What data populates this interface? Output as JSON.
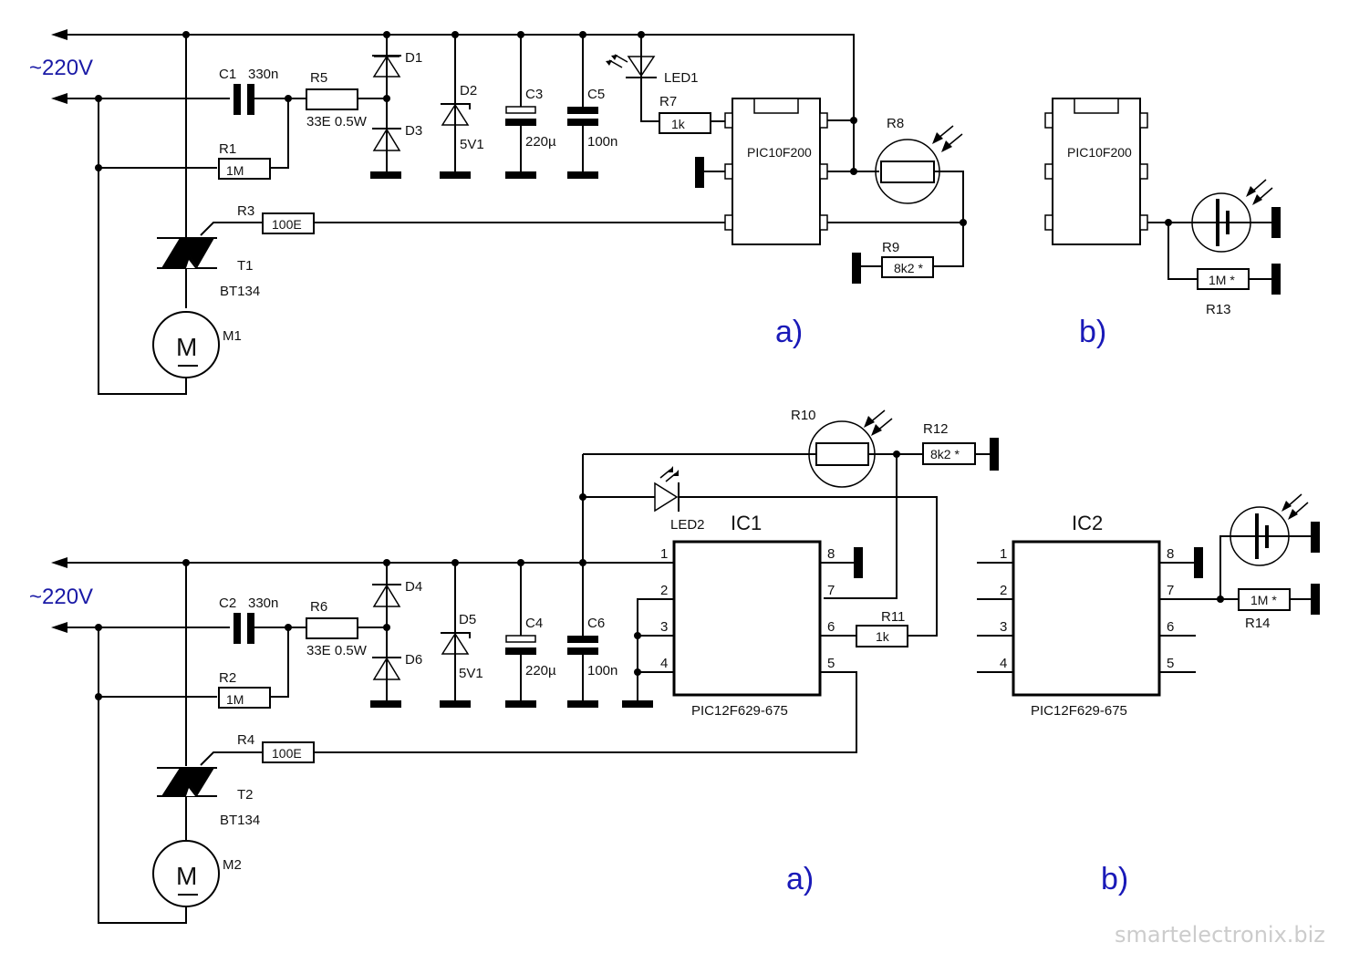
{
  "diagram": {
    "supply_label": "~220V",
    "watermark": "smartelectronix.biz",
    "top_circuit": {
      "section_a_label": "a)",
      "section_b_label": "b)",
      "C1": {
        "ref": "C1",
        "value": "330n"
      },
      "R5": {
        "ref": "R5",
        "value": "33E 0.5W"
      },
      "R1": {
        "ref": "R1",
        "value": "1M"
      },
      "R3": {
        "ref": "R3",
        "value": "100E"
      },
      "D1": {
        "ref": "D1"
      },
      "D3": {
        "ref": "D3"
      },
      "D2": {
        "ref": "D2",
        "value": "5V1"
      },
      "C3": {
        "ref": "C3",
        "value": "220µ"
      },
      "C5": {
        "ref": "C5",
        "value": "100n"
      },
      "LED1": {
        "ref": "LED1"
      },
      "R7": {
        "ref": "R7",
        "value": "1k"
      },
      "IC": {
        "part": "PIC10F200"
      },
      "R8": {
        "ref": "R8"
      },
      "R9": {
        "ref": "R9",
        "value": "8k2 *"
      },
      "T1": {
        "ref": "T1",
        "part": "BT134"
      },
      "M1": {
        "ref": "M1",
        "symbol": "M"
      },
      "b_IC": {
        "part": "PIC10F200"
      },
      "R13": {
        "ref": "R13",
        "value": "1M *"
      }
    },
    "bottom_circuit": {
      "section_a_label": "a)",
      "section_b_label": "b)",
      "C2": {
        "ref": "C2",
        "value": "330n"
      },
      "R6": {
        "ref": "R6",
        "value": "33E 0.5W"
      },
      "R2": {
        "ref": "R2",
        "value": "1M"
      },
      "R4": {
        "ref": "R4",
        "value": "100E"
      },
      "D4": {
        "ref": "D4"
      },
      "D6": {
        "ref": "D6"
      },
      "D5": {
        "ref": "D5",
        "value": "5V1"
      },
      "C4": {
        "ref": "C4",
        "value": "220µ"
      },
      "C6": {
        "ref": "C6",
        "value": "100n"
      },
      "LED2": {
        "ref": "LED2"
      },
      "R10": {
        "ref": "R10"
      },
      "R12": {
        "ref": "R12",
        "value": "8k2 *"
      },
      "R11": {
        "ref": "R11",
        "value": "1k"
      },
      "IC1": {
        "ref": "IC1",
        "part": "PIC12F629-675",
        "pins": [
          "1",
          "2",
          "3",
          "4",
          "5",
          "6",
          "7",
          "8"
        ]
      },
      "T2": {
        "ref": "T2",
        "part": "BT134"
      },
      "M2": {
        "ref": "M2",
        "symbol": "M"
      },
      "IC2": {
        "ref": "IC2",
        "part": "PIC12F629-675",
        "pins": [
          "1",
          "2",
          "3",
          "4",
          "5",
          "6",
          "7",
          "8"
        ]
      },
      "R14": {
        "ref": "R14",
        "value": "1M *"
      }
    }
  }
}
